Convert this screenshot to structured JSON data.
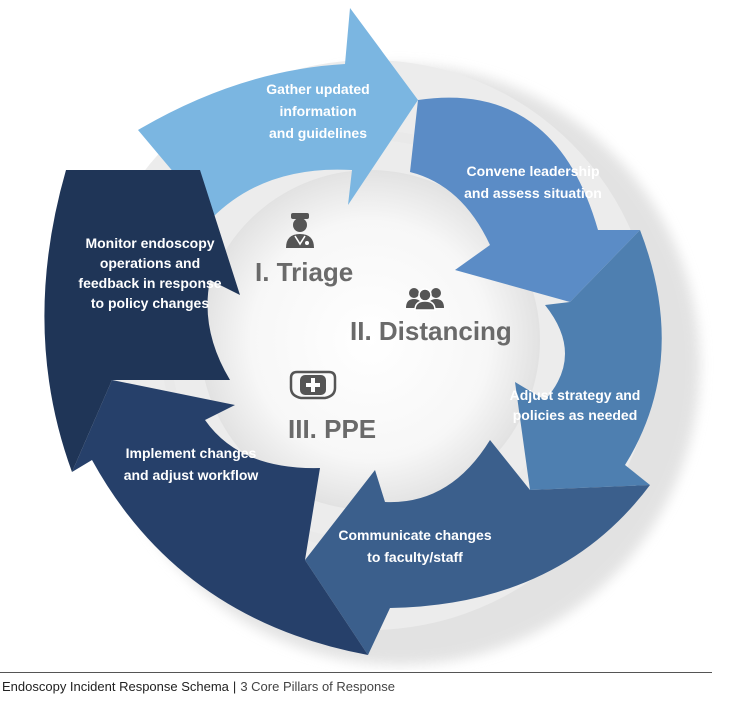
{
  "steps": [
    {
      "lines": [
        "Gather updated",
        "information",
        "and guidelines"
      ],
      "color": "#7bb6e1"
    },
    {
      "lines": [
        "Convene leadership",
        "and assess situation"
      ],
      "color": "#5b8cc6"
    },
    {
      "lines": [
        "Adjust strategy and",
        "policies as needed"
      ],
      "color": "#4e7fb0"
    },
    {
      "lines": [
        "Communicate changes",
        "to faculty/staff"
      ],
      "color": "#3b5f8c"
    },
    {
      "lines": [
        "Implement changes",
        "and adjust workflow"
      ],
      "color": "#26406a"
    },
    {
      "lines": [
        "Monitor endoscopy",
        "operations and",
        "feedback in response",
        "to policy changes"
      ],
      "color": "#1f3557"
    }
  ],
  "pillars": [
    {
      "label": "I. Triage",
      "icon": "doctor-icon"
    },
    {
      "label": "II. Distancing",
      "icon": "people-group-icon"
    },
    {
      "label": "III. PPE",
      "icon": "face-mask-icon"
    }
  ],
  "footer": {
    "title": "Endoscopy Incident Response Schema",
    "separator": "|",
    "subtitle": "3 Core Pillars of Response"
  }
}
